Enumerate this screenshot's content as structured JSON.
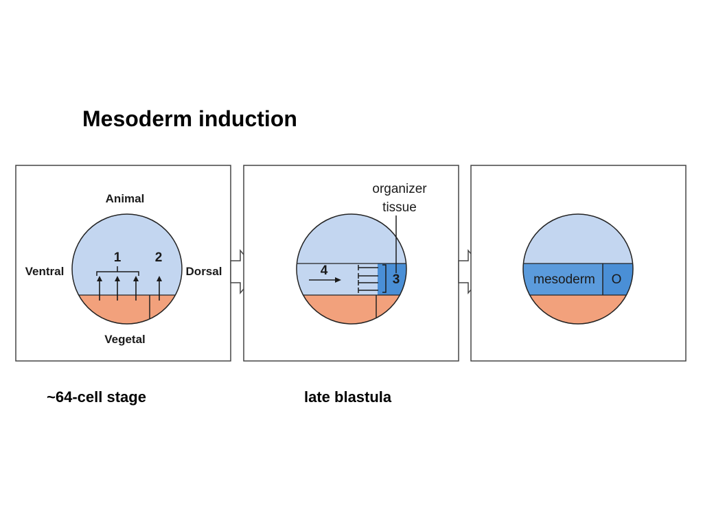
{
  "title": "Mesoderm induction",
  "colors": {
    "animal": "#c3d6f0",
    "vegetal": "#f2a17c",
    "organizer": "#4a8fd6",
    "outline": "#222222",
    "panel_border": "#444444"
  },
  "panel1": {
    "top_label": "Animal",
    "bottom_label": "Vegetal",
    "left_label": "Ventral",
    "right_label": "Dorsal",
    "signal_ventral": "1",
    "signal_dorsal": "2"
  },
  "panel2": {
    "annotation_line1": "organizer",
    "annotation_line2": "tissue",
    "signal_organizer": "3",
    "signal_lateral": "4"
  },
  "panel3": {
    "band_label": "mesoderm",
    "organizer_label": "O"
  },
  "captions": {
    "stage1": "~64-cell stage",
    "stage2": "late blastula"
  },
  "icons": {
    "stage_arrows": "right-block-arrow-icon",
    "signal_arrows": "up-arrow-icon"
  }
}
